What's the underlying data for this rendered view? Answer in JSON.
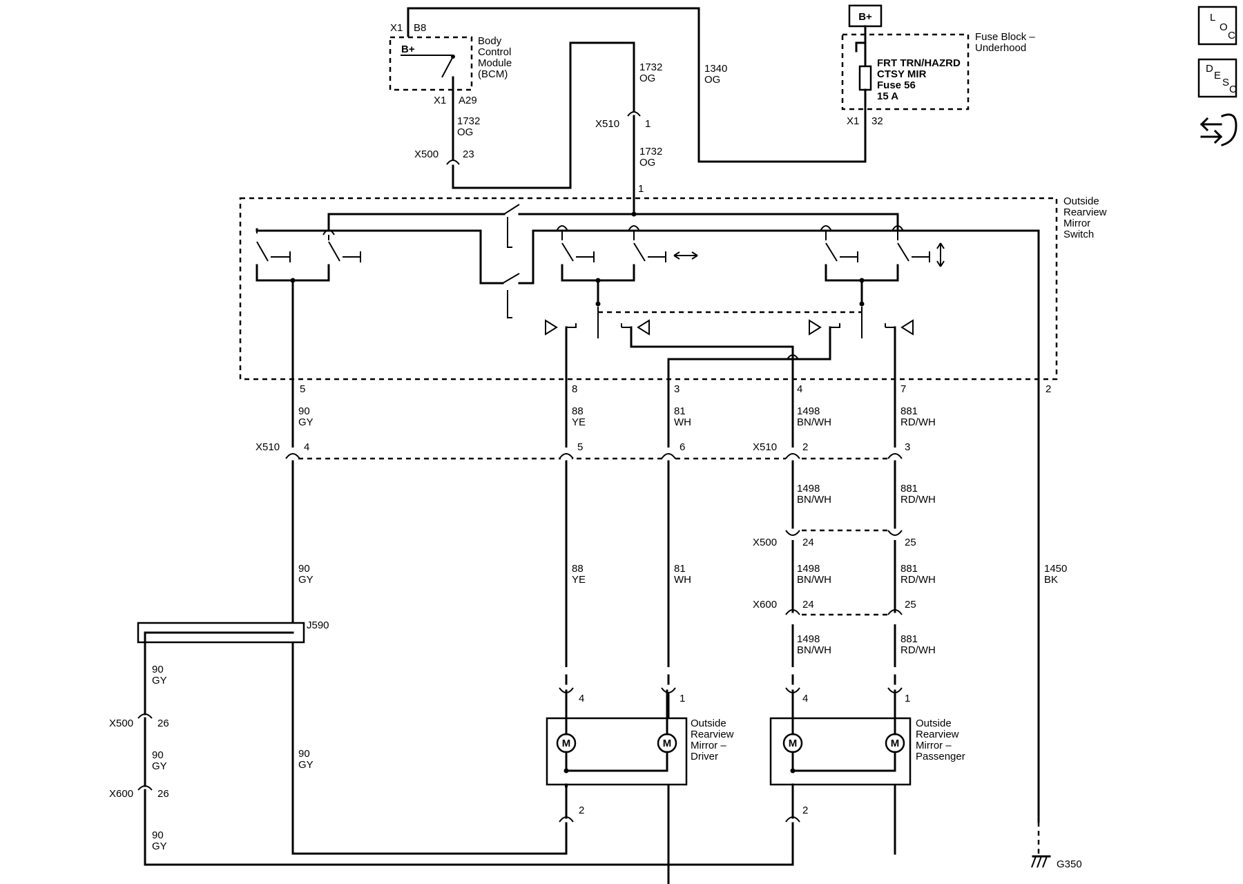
{
  "modules": {
    "bcm": {
      "lines": [
        "Body",
        "Control",
        "Module",
        "(BCM)"
      ]
    },
    "fuse_block": {
      "lines": [
        "Fuse Block –",
        "Underhood"
      ]
    },
    "fuse": {
      "lines": [
        "FRT TRN/HAZRD",
        "CTSY MIR",
        "Fuse 56",
        "15 A"
      ]
    },
    "switch": {
      "lines": [
        "Outside",
        "Rearview",
        "Mirror",
        "Switch"
      ]
    },
    "mirror_driver": {
      "lines": [
        "Outside",
        "Rearview",
        "Mirror –",
        "Driver"
      ]
    },
    "mirror_passenger": {
      "lines": [
        "Outside",
        "Rearview",
        "Mirror –",
        "Passenger"
      ]
    },
    "splice": "J590",
    "ground": "G350",
    "battery": "B+",
    "bcm_bplus": "B+",
    "motor": "M"
  },
  "side_icons": {
    "loc": {
      "letters": [
        "L",
        "O",
        "C"
      ]
    },
    "desc": {
      "letters": [
        "D",
        "E",
        "S",
        "C"
      ]
    }
  },
  "connectors": {
    "x1": "X1",
    "x500": "X500",
    "x510": "X510",
    "x600": "X600",
    "pins": {
      "bcm_b8": "B8",
      "bcm_a29": "A29",
      "fuse_32": "32",
      "x500_23": "23",
      "x510_1": "1",
      "sw_1": "1",
      "sw_5": "5",
      "sw_8": "8",
      "sw_3": "3",
      "sw_4": "4",
      "sw_7": "7",
      "sw_2": "2",
      "x510_4": "4",
      "x510_5": "5",
      "x510_6": "6",
      "x510_2": "2",
      "x510_3": "3",
      "x500_24": "24",
      "x500_25": "25",
      "x600_24": "24",
      "x600_25": "25",
      "x500_26": "26",
      "x600_26": "26",
      "md_4": "4",
      "md_1": "1",
      "md_2": "2",
      "mp_4": "4",
      "mp_1": "1",
      "mp_2": "2"
    }
  },
  "wires": {
    "w1732_a": {
      "num": "1732",
      "color": "OG"
    },
    "w1732_b": {
      "num": "1732",
      "color": "OG"
    },
    "w1732_c": {
      "num": "1732",
      "color": "OG"
    },
    "w1340": {
      "num": "1340",
      "color": "OG"
    },
    "w90_a": {
      "num": "90",
      "color": "GY"
    },
    "w90_b": {
      "num": "90",
      "color": "GY"
    },
    "w90_c": {
      "num": "90",
      "color": "GY"
    },
    "w90_d": {
      "num": "90",
      "color": "GY"
    },
    "w90_e": {
      "num": "90",
      "color": "GY"
    },
    "w90_f": {
      "num": "90",
      "color": "GY"
    },
    "w88_a": {
      "num": "88",
      "color": "YE"
    },
    "w88_b": {
      "num": "88",
      "color": "YE"
    },
    "w81_a": {
      "num": "81",
      "color": "WH"
    },
    "w81_b": {
      "num": "81",
      "color": "WH"
    },
    "w1498_a": {
      "num": "1498",
      "color": "BN/WH"
    },
    "w1498_b": {
      "num": "1498",
      "color": "BN/WH"
    },
    "w1498_c": {
      "num": "1498",
      "color": "BN/WH"
    },
    "w1498_d": {
      "num": "1498",
      "color": "BN/WH"
    },
    "w881_a": {
      "num": "881",
      "color": "RD/WH"
    },
    "w881_b": {
      "num": "881",
      "color": "RD/WH"
    },
    "w881_c": {
      "num": "881",
      "color": "RD/WH"
    },
    "w881_d": {
      "num": "881",
      "color": "RD/WH"
    },
    "w1450": {
      "num": "1450",
      "color": "BK"
    }
  }
}
